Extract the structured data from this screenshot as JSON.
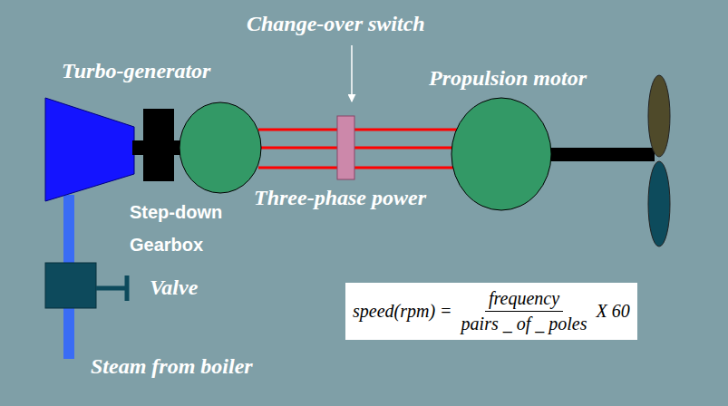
{
  "diagram": {
    "nodes": [
      {
        "text": [
          "speed(rpm) =",
          "frequency",
          "pairs _ of _ poles",
          "X 60"
        ]
      }
    ],
    "labels": [
      "Change-over switch",
      "Turbo-generator",
      "Propulsion motor",
      "Three-phase power",
      "Step-down Gearbox",
      "Valve",
      "Steam from boiler"
    ]
  }
}
